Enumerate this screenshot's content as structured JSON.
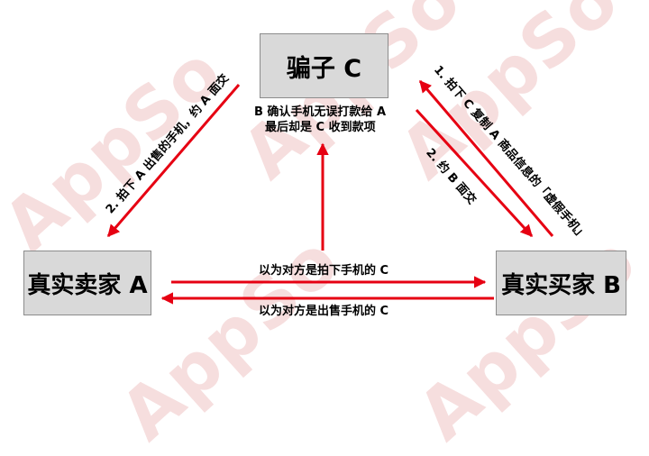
{
  "nodes": {
    "scammer": "骗子 C",
    "seller": "真实卖家 A",
    "buyer": "真实买家 B"
  },
  "labels": {
    "center_line1": "B 确认手机无误打款给 A",
    "center_line2": "最后却是 C 收到款项",
    "left_edge": "2. 拍下 A 出售的手机，约 A 面交",
    "right_edge_outer": "1. 拍下 C 复制 A 商品信息的「虚假手机」",
    "right_edge_inner": "2. 约 B 面交",
    "bottom_top": "以为对方是拍下手机的 C",
    "bottom_bottom": "以为对方是出售手机的 C"
  },
  "watermark": "AppSo",
  "colors": {
    "arrow": "#e60012",
    "node_fill": "#d9d9d9",
    "watermark": "#f6dede"
  }
}
